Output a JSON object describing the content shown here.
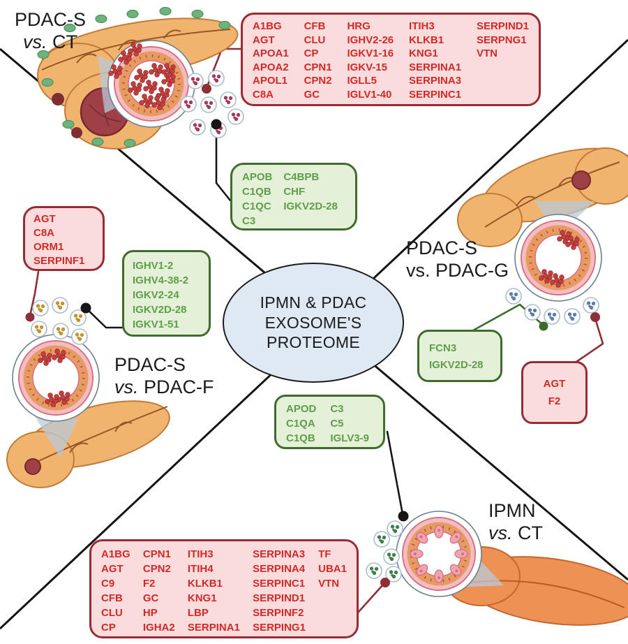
{
  "center": {
    "title": "IPMN & PDAC\nEXOSOME'S\nPROTEOME"
  },
  "colors": {
    "red_box_bg": "#fadcdd",
    "red_box_border": "#992b34",
    "red_text": "#d32828",
    "green_box_bg": "#e4f0d8",
    "green_box_border": "#3f6b2d",
    "green_text": "#5f9e49",
    "ellipse_bg": "#dee9f4",
    "label_text": "#1b1b1b",
    "cross_line": "#141414",
    "connector_red": "#8f2d38",
    "connector_black": "#161616",
    "connector_green": "#3c6b2a",
    "vesicle_dot_top_left": "#a8385a",
    "vesicle_dot_left": "#c5922b",
    "vesicle_dot_right": "#5b7fa8",
    "vesicle_dot_bottom": "#3f8048"
  },
  "illustrations": {
    "top_left": "pancreas-with-tumor-and-magnified-duct-full-of-tumor-cells",
    "right": "pancreas-with-small-tumor-and-magnified-duct",
    "left": "pancreas-with-small-tumor-and-magnified-duct",
    "bottom": "pancreas-with-magnified-duct-papillary-cells",
    "vesicles": "exosome-vesicles"
  },
  "quadrants": {
    "top_left": {
      "label": {
        "name": "PDAC-S",
        "vs": "vs.",
        "comparator": "CT"
      },
      "red_box": {
        "columns": [
          [
            "A1BG",
            "AGT",
            "APOA1",
            "APOA2",
            "APOL1",
            "C8A"
          ],
          [
            "CFB",
            "CLU",
            "CP",
            "CPN1",
            "CPN2",
            "GC"
          ],
          [
            "HRG",
            "IGHV2-26",
            "IGKV1-16",
            "IGKV-15",
            "IGLL5",
            "IGLV1-40"
          ],
          [
            "ITIH3",
            "KLKB1",
            "KNG1",
            "SERPINA1",
            "SERPINA3",
            "SERPINC1"
          ],
          [
            "SERPIND1",
            "SERPNG1",
            "VTN"
          ]
        ]
      },
      "green_box": {
        "columns": [
          [
            "APOB",
            "C1QB",
            "C1QC",
            "C3"
          ],
          [
            "C4BPB",
            "CHF",
            "IGKV2D-28"
          ]
        ]
      }
    },
    "right": {
      "label": {
        "name": "PDAC-S",
        "vs": "vs.",
        "comparator": "PDAC-G"
      },
      "green_box": {
        "columns": [
          [
            "FCN3",
            "IGKV2D-28"
          ]
        ]
      },
      "red_box": {
        "columns": [
          [
            "AGT",
            "F2"
          ]
        ]
      }
    },
    "left": {
      "label": {
        "name": "PDAC-S",
        "vs": "vs.",
        "comparator": "PDAC-F"
      },
      "red_box": {
        "columns": [
          [
            "AGT",
            "C8A",
            "ORM1",
            "SERPINF1"
          ]
        ]
      },
      "green_box": {
        "columns": [
          [
            "IGHV1-2",
            "IGHV4-38-2",
            "IGKV2-24",
            "IGKV2D-28",
            "IGKV1-51"
          ]
        ]
      }
    },
    "bottom": {
      "label": {
        "name": "IPMN",
        "vs": "vs.",
        "comparator": "CT"
      },
      "green_box": {
        "columns": [
          [
            "APOD",
            "C1QA",
            "C1QB"
          ],
          [
            "C3",
            "C5",
            "IGLV3-9"
          ]
        ]
      },
      "red_box": {
        "columns": [
          [
            "A1BG",
            "AGT",
            "C9",
            "CFB",
            "CLU",
            "CP"
          ],
          [
            "CPN1",
            "CPN2",
            "F2",
            "GC",
            "HP",
            "IGHA2"
          ],
          [
            "ITIH3",
            "ITIH4",
            "KLKB1",
            "KNG1",
            "LBP",
            "SERPINA1"
          ],
          [
            "SERPINA3",
            "SERPINA4",
            "SERPINC1",
            "SERPIND1",
            "SERPINF2",
            "SERPING1"
          ],
          [
            "TF",
            "UBA1",
            "VTN"
          ]
        ]
      }
    }
  }
}
